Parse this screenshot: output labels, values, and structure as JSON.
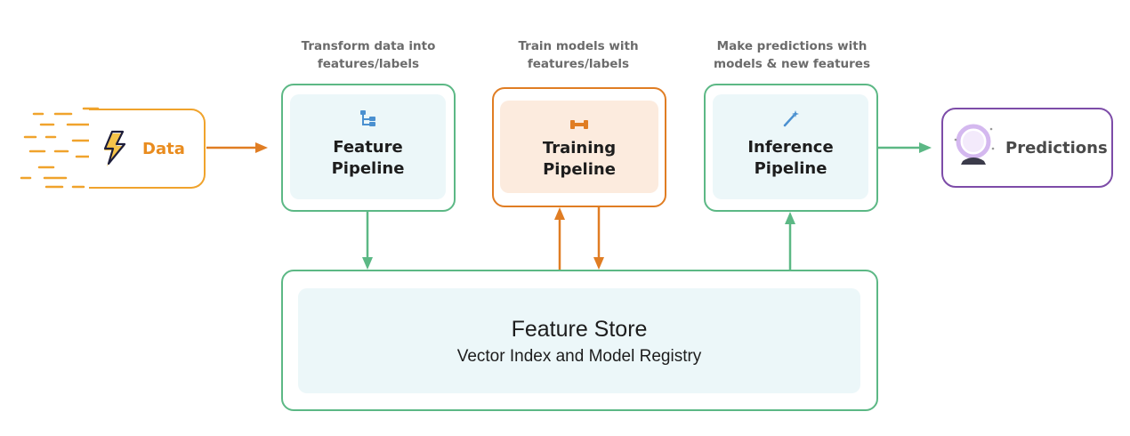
{
  "colors": {
    "green": "#5cb885",
    "orange": "#e07d23",
    "data_orange": "#f0a32c",
    "purple": "#7d4ca8",
    "inner_blue": "#ecf7f9",
    "inner_peach": "#fcebde"
  },
  "captions": {
    "feature": [
      "Transform data into",
      "features/labels"
    ],
    "training": [
      "Train models with",
      "features/labels"
    ],
    "inference": [
      "Make predictions with",
      "models & new features"
    ]
  },
  "data_node": {
    "label": "Data",
    "icon": "lightning-icon"
  },
  "feature_pipeline": {
    "title": [
      "Feature",
      "Pipeline"
    ],
    "icon": "tree-structure-icon"
  },
  "training_pipeline": {
    "title": [
      "Training",
      "Pipeline"
    ],
    "icon": "dumbbell-icon"
  },
  "inference_pipeline": {
    "title": [
      "Inference",
      "Pipeline"
    ],
    "icon": "magic-wand-icon"
  },
  "predictions_node": {
    "label": "Predictions",
    "icon": "crystal-ball-icon"
  },
  "feature_store": {
    "title": "Feature Store",
    "subtitle": "Vector Index and Model Registry"
  }
}
